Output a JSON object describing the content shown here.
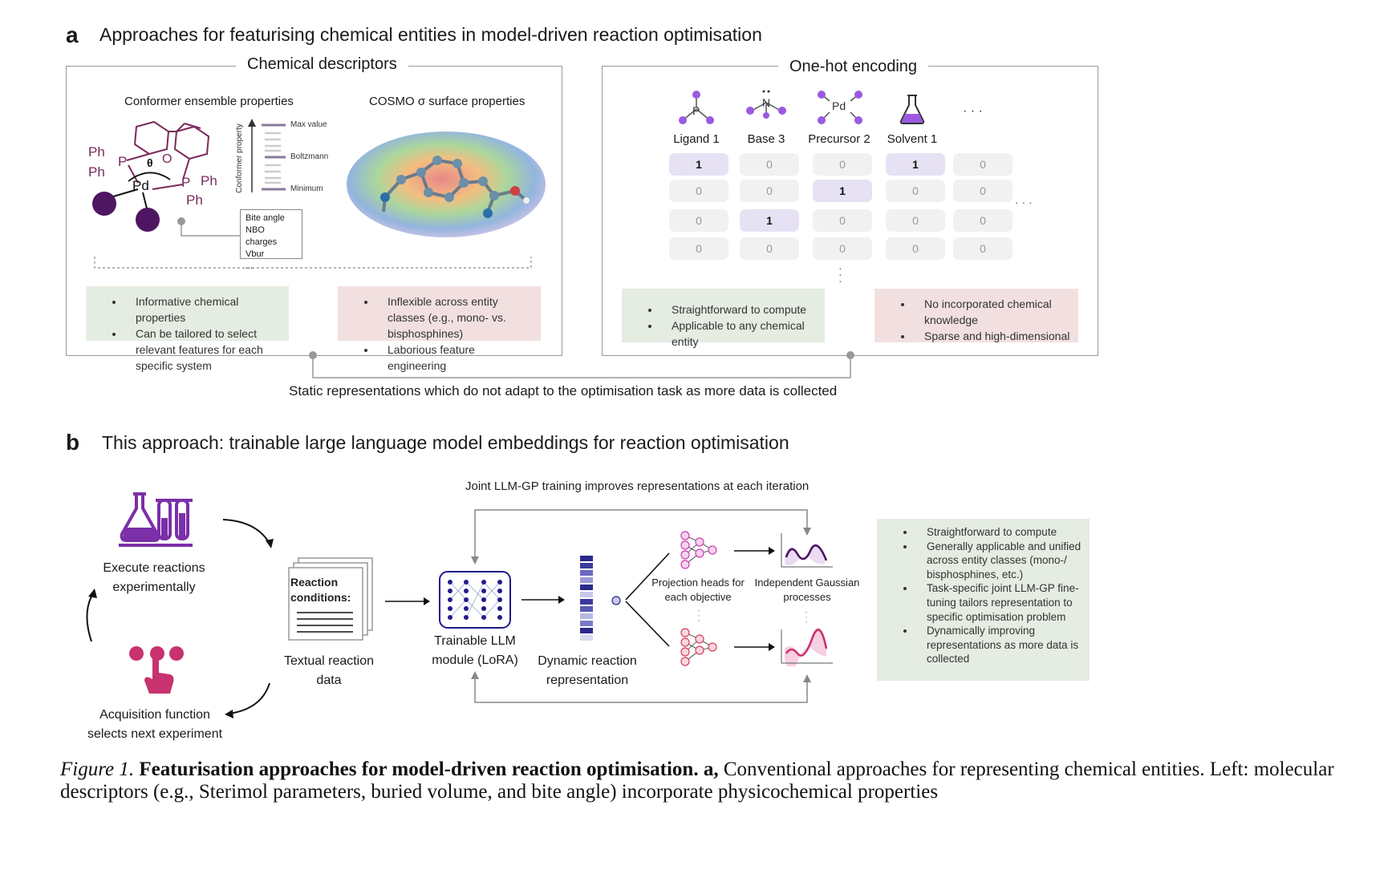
{
  "panel_a": {
    "letter": "a",
    "heading": "Approaches for featurising chemical entities in model-driven reaction optimisation",
    "descriptors": {
      "title": "Chemical descriptors",
      "conformer_title": "Conformer ensemble properties",
      "cosmo_title": "COSMO σ surface properties",
      "molecule_labels": {
        "ph1": "Ph",
        "ph2": "Ph",
        "ph3": "Ph",
        "ph4": "Ph",
        "p1": "P",
        "p2": "P",
        "pd": "Pd",
        "o": "O",
        "theta": "θ"
      },
      "axis_label": "Conformer property",
      "scale_labels": {
        "max": "Max value",
        "boltzmann": "Boltzmann",
        "min": "Minimum"
      },
      "property_list": [
        "Bite angle",
        "NBO charges",
        "Vbur",
        "..."
      ],
      "pros": [
        "Informative chemical properties",
        "Can be tailored to select relevant features for each specific system"
      ],
      "cons": [
        "Inflexible across entity classes (e.g., mono- vs. bisphosphines)",
        "Laborious feature engineering"
      ]
    },
    "onehot": {
      "title": "One-hot encoding",
      "entities": [
        {
          "label": "Ligand 1",
          "glyph": "P",
          "icon": "phosphine-icon"
        },
        {
          "label": "Base 3",
          "glyph": "N",
          "icon": "amine-icon"
        },
        {
          "label": "Precursor 2",
          "glyph": "Pd",
          "icon": "palladium-icon"
        },
        {
          "label": "Solvent 1",
          "glyph": "",
          "icon": "flask-icon"
        }
      ],
      "ellipsis": "· · ·",
      "columns": [
        [
          "1",
          "0",
          "0",
          "0"
        ],
        [
          "0",
          "0",
          "1",
          "0"
        ],
        [
          "0",
          "1",
          "0",
          "0"
        ],
        [
          "1",
          "0",
          "0",
          "0"
        ],
        [
          "0",
          "0",
          "0",
          "0"
        ]
      ],
      "pros": [
        "Straightforward to compute",
        "Applicable to any chemical entity"
      ],
      "cons": [
        "No incorporated chemical knowledge",
        "Sparse and high-dimensional"
      ]
    },
    "footer": "Static representations which do not adapt to the optimisation task as more data is collected"
  },
  "panel_b": {
    "letter": "b",
    "heading": "This approach: trainable large language model embeddings for reaction optimisation",
    "joint_label": "Joint LLM-GP training improves representations at each iteration",
    "execute_label": [
      "Execute reactions",
      "experimentally"
    ],
    "acquisition_label": [
      "Acquisition function",
      "selects next experiment"
    ],
    "doc_header": [
      "Reaction",
      "conditions:"
    ],
    "textual_label": [
      "Textual reaction",
      "data"
    ],
    "llm_label": [
      "Trainable LLM",
      "module (LoRA)"
    ],
    "dynamic_label": [
      "Dynamic reaction",
      "representation"
    ],
    "projection_label": [
      "Projection heads for",
      "each objective"
    ],
    "gp_label": [
      "Independent Gaussian",
      "processes"
    ],
    "benefits": [
      "Straightforward to compute",
      "Generally applicable and unified across entity classes (mono-/ bisphosphines, etc.)",
      "Task-specific joint LLM-GP fine-tuning tailors representation to specific optimisation problem",
      "Dynamically improving representations as more data is collected"
    ],
    "colors": {
      "purple": "#7b2fa8",
      "magenta": "#c8326e",
      "navy": "#1f1b8c",
      "molecule": "#7a2a5a"
    }
  },
  "caption": {
    "figure_label": "Figure 1.",
    "bold": "Featurisation approaches for model-driven reaction optimisation. a,",
    "text": "Conventional approaches for representing chemical entities. Left: molecular descriptors (e.g., Sterimol parameters, buried volume, and bite angle) incorporate physicochemical properties"
  }
}
